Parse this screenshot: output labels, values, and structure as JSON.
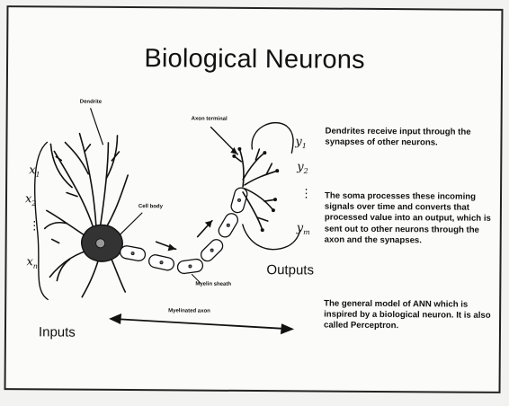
{
  "title": "Biological Neurons",
  "labels": {
    "dendrite": "Dendrite",
    "axon_terminal": "Axon terminal",
    "cell_body": "Cell body",
    "myelin_sheath": "Myelin sheath",
    "myelinated_axon": "Myelinated axon",
    "inputs": "Inputs",
    "outputs": "Outputs"
  },
  "inputs": {
    "x1": "x1",
    "x2": "x2",
    "dots": "⋮",
    "xn": "xn"
  },
  "outputs": {
    "y1": "y1",
    "y2": "y2",
    "dots": "⋮",
    "ym": "ym"
  },
  "description": [
    "Dendrites receive input through the synapses of other neurons.",
    "The soma processes these incoming signals over time and converts that processed value into an output, which is sent out to other neurons through the axon and the synapses.",
    "The general model of ANN which is inspired by a biological neuron. It is also called Perceptron."
  ]
}
